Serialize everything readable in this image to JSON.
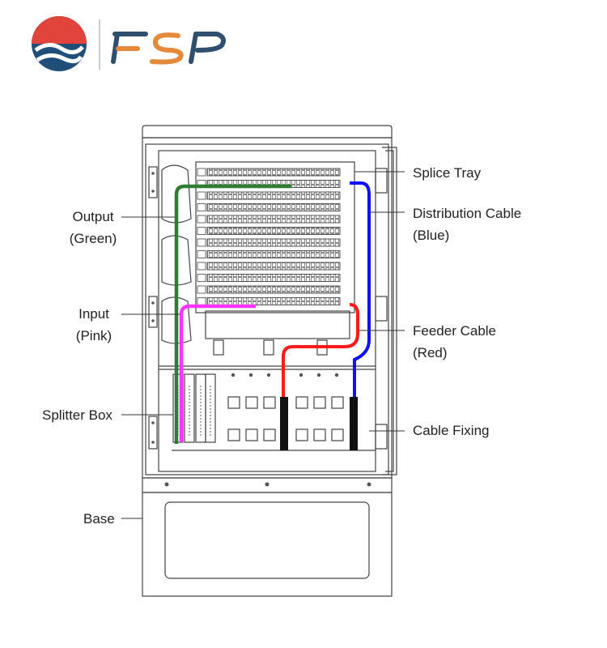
{
  "logo": {
    "brand_text": "FSP",
    "colors": {
      "blue": "#1f4e79",
      "red": "#e0443a",
      "orange": "#e58a3a"
    }
  },
  "labels": {
    "splice_tray": "Splice Tray",
    "distribution_cable": {
      "line1": "Distribution Cable",
      "line2": "(Blue)"
    },
    "feeder_cable": {
      "line1": "Feeder Cable",
      "line2": "(Red)"
    },
    "cable_fixing": "Cable Fixing",
    "output": {
      "line1": "Output",
      "line2": "(Green)"
    },
    "input": {
      "line1": "Input",
      "line2": "(Pink)"
    },
    "splitter_box": "Splitter Box",
    "base": "Base"
  },
  "cable_colors": {
    "output": "#2e7d32",
    "input": "#ff33ff",
    "distribution": "#1010ff",
    "feeder": "#ff1a1a"
  }
}
